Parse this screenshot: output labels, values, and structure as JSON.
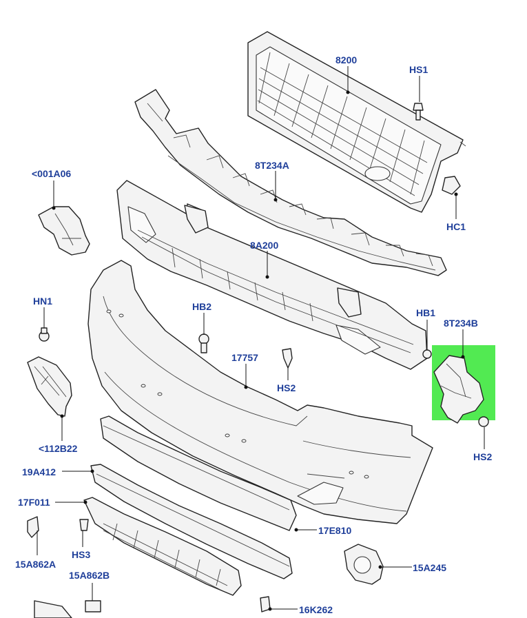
{
  "diagram": {
    "highlight_color": "#3fe83f",
    "label_color": "#1f3f9a",
    "callouts": [
      {
        "id": "8200",
        "text": "8200"
      },
      {
        "id": "HS1",
        "text": "HS1"
      },
      {
        "id": "001A06",
        "text": "<001A06"
      },
      {
        "id": "8T234A",
        "text": "8T234A"
      },
      {
        "id": "HC1",
        "text": "HC1"
      },
      {
        "id": "8A200",
        "text": "8A200"
      },
      {
        "id": "HN1",
        "text": "HN1"
      },
      {
        "id": "HB2",
        "text": "HB2"
      },
      {
        "id": "HB1",
        "text": "HB1"
      },
      {
        "id": "8T234B",
        "text": "8T234B"
      },
      {
        "id": "17757",
        "text": "17757"
      },
      {
        "id": "HS2a",
        "text": "HS2"
      },
      {
        "id": "HS2b",
        "text": "HS2"
      },
      {
        "id": "112B22",
        "text": "<112B22"
      },
      {
        "id": "19A412",
        "text": "19A412"
      },
      {
        "id": "17F011",
        "text": "17F011"
      },
      {
        "id": "17E810",
        "text": "17E810"
      },
      {
        "id": "HS3",
        "text": "HS3"
      },
      {
        "id": "15A862A",
        "text": "15A862A"
      },
      {
        "id": "15A245",
        "text": "15A245"
      },
      {
        "id": "15A862B",
        "text": "15A862B"
      },
      {
        "id": "16K262",
        "text": "16K262"
      }
    ]
  }
}
